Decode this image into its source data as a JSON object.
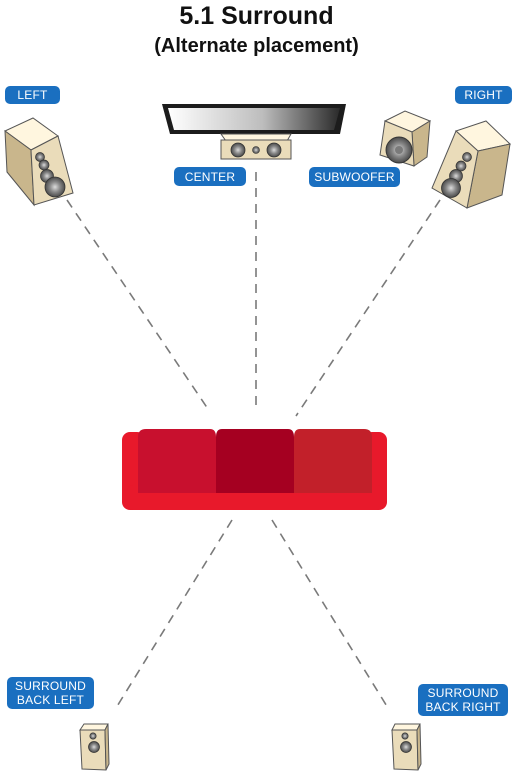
{
  "title": "5.1 Surround",
  "subtitle": "(Alternate placement)",
  "speakers": {
    "left": "LEFT",
    "right": "RIGHT",
    "center": "CENTER",
    "subwoofer": "SUBWOOFER",
    "surround_back_left": "SURROUND\nBACK LEFT",
    "surround_back_right": "SURROUND\nBACK RIGHT"
  },
  "colors": {
    "label_bg": "#1a6fc0",
    "sofa_red": "#e8192b",
    "cushion_left": "#c8102e",
    "cushion_middle": "#a50021",
    "cushion_right": "#c2202a",
    "speaker_body": "#eadcba",
    "guide_line": "#7a7a7a"
  },
  "icons": [
    "tv-icon",
    "speaker-icon",
    "subwoofer-icon",
    "sofa-icon"
  ]
}
